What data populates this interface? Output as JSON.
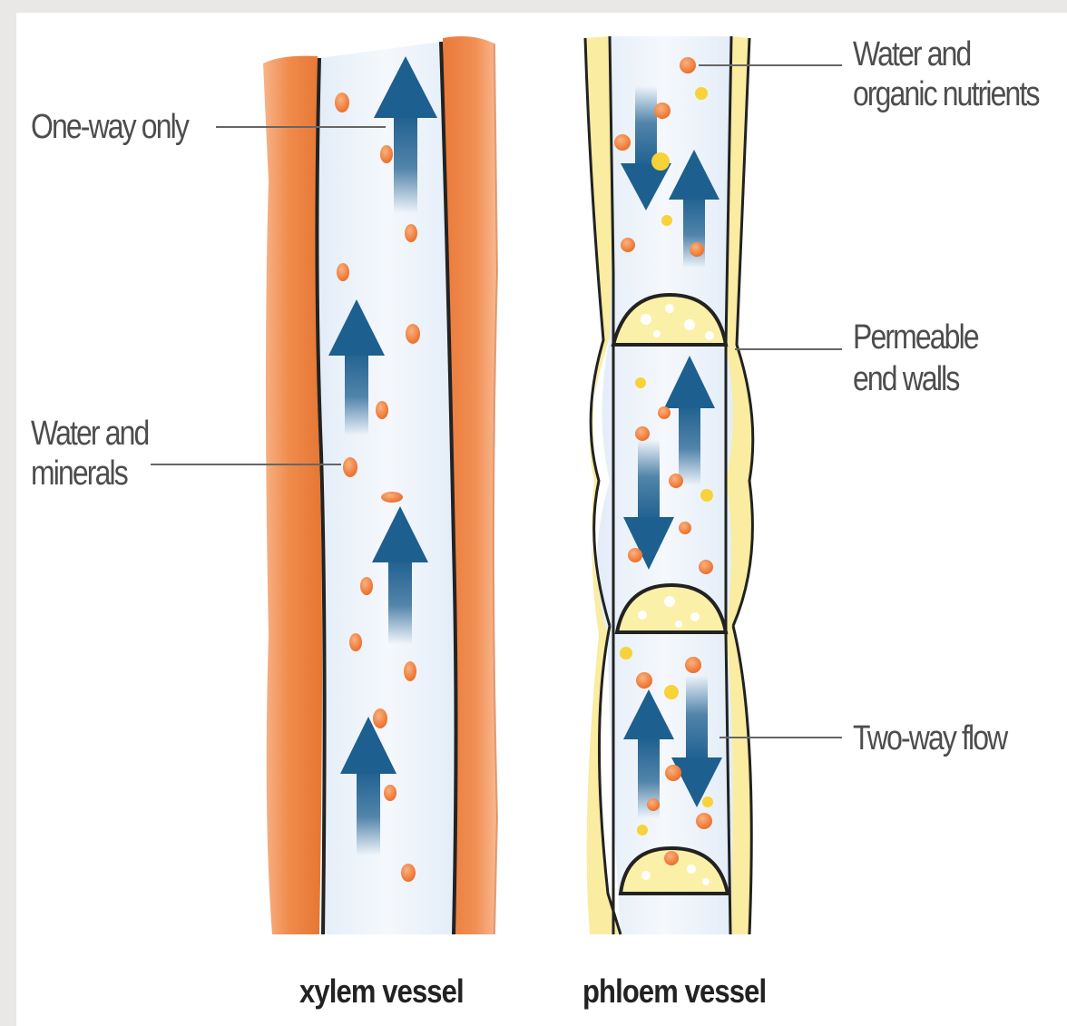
{
  "labels": {
    "one_way_only": "One-way only",
    "water_minerals_line1": "Water and",
    "water_minerals_line2": "minerals",
    "water_organic_line1": "Water and",
    "water_organic_line2": "organic nutrients",
    "permeable_line1": "Permeable",
    "permeable_line2": "end walls",
    "two_way_flow": "Two-way flow"
  },
  "captions": {
    "xylem": "xylem vessel",
    "phloem": "phloem vessel"
  },
  "icons": {
    "flow_arrow_up": "arrow-up-icon",
    "flow_arrow_down": "arrow-down-icon"
  },
  "colors": {
    "xylem_wall": "#f08a4b",
    "xylem_lumen": "#eef4fb",
    "phloem_wall": "#faeca0",
    "sieve_plate": "#fbf0a8",
    "arrow_blue": "#1d5f8f",
    "particle_orange": "#f07a34",
    "particle_yellow": "#f7d238",
    "leader_line": "#666666"
  }
}
